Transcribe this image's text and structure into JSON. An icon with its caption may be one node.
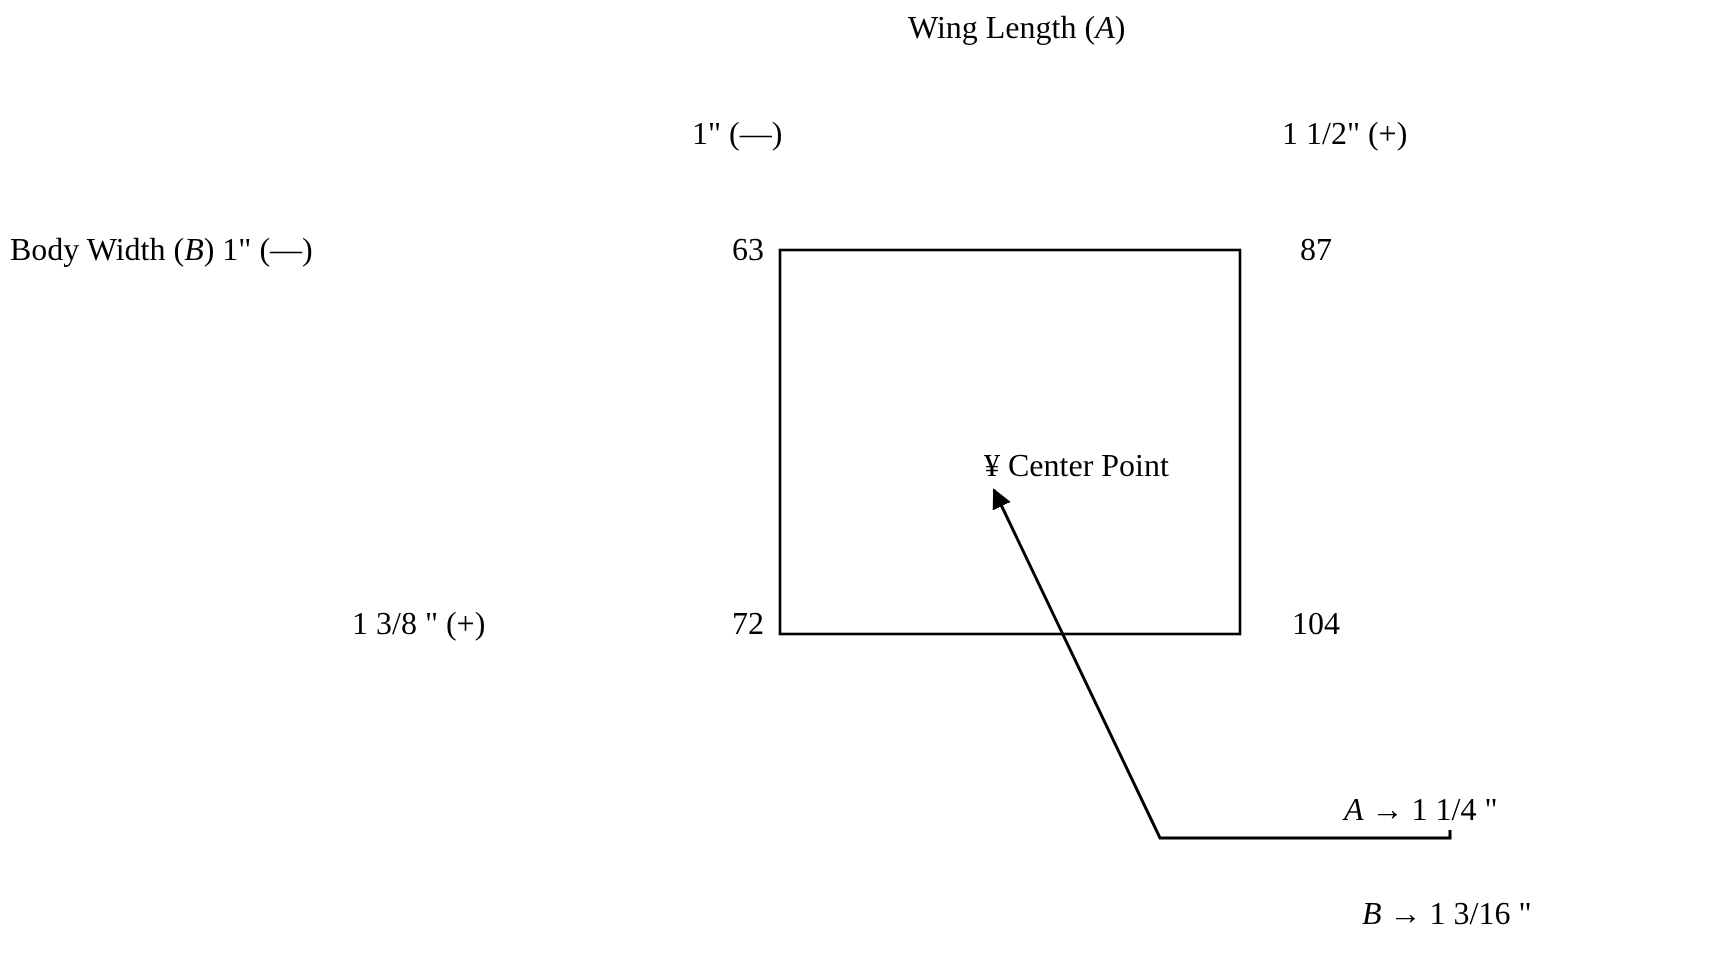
{
  "diagram": {
    "nodes": [
      {
        "text": [
          "*A* → 1 1/4 \""
        ]
      },
      {
        "text": [
          "¥ Center Point"
        ]
      }
    ],
    "edges": [
      {
        "from": 0,
        "to": 1,
        "arrow": "to"
      }
    ],
    "labels": [
      "Wing Length (*A*)",
      "1\" (—)",
      "1 1/2\" (+)",
      "Body Width (*B*) 1\" (—)",
      "63",
      "87",
      "1 3/8 \" (+)",
      "72",
      "104",
      "*B* → 1 3/16 \""
    ]
  }
}
